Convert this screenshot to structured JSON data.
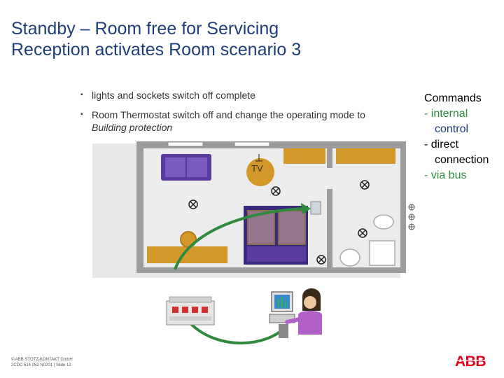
{
  "title": {
    "line1": "Standby – Room free for Servicing",
    "line2": "Reception activates Room scenario 3"
  },
  "bullets": {
    "b1": "lights and sockets switch off complete",
    "b2": "Room Thermostat switch off and change the operating mode to",
    "b2_italic": "Building protection"
  },
  "side": {
    "heading": "Commands",
    "l1": "- internal",
    "l2": "control",
    "l3": "- direct",
    "l4": "connection",
    "l5": "- via bus"
  },
  "diagram": {
    "tv_label": "TV"
  },
  "footer": {
    "line1": "© ABB STOTZ-KONTAKT GmbH",
    "line2": "2CDC 514 052 N0201 | Slide 12"
  },
  "logo": {
    "text": "ABB"
  },
  "colors": {
    "title": "#1f3d7a",
    "heading": "#000000",
    "green": "#2e8b3e",
    "blue_text": "#1f3d7a",
    "abb_red": "#e2001a",
    "wall": "#9c9c9c",
    "floor": "#ececec",
    "wood": "#d4982a",
    "sofa": "#5a3a9e"
  }
}
